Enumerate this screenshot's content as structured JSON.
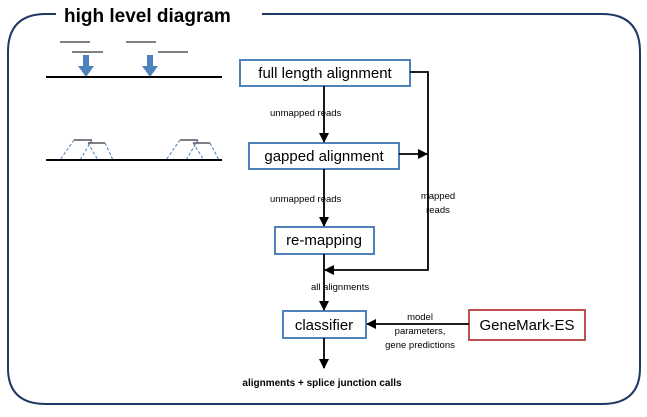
{
  "title": "high level diagram",
  "nodes": {
    "full_length": "full length alignment",
    "gapped": "gapped alignment",
    "remapping": "re-mapping",
    "classifier": "classifier",
    "genemark": "GeneMark-ES"
  },
  "edges": {
    "unmapped_1": "unmapped reads",
    "unmapped_2": "unmapped reads",
    "mapped_line1": "mapped",
    "mapped_line2": "reads",
    "all_alignments": "all alignments",
    "model_line1": "model",
    "model_line2": "parameters,",
    "model_line3": "gene predictions"
  },
  "output": "alignments + splice junction calls",
  "colors": {
    "frame": "#1f3864",
    "box_border": "#4f81bd",
    "genemark_border": "#c0504d",
    "arrow_blue": "#4f81bd",
    "dashed_blue": "#4a7ebb"
  }
}
